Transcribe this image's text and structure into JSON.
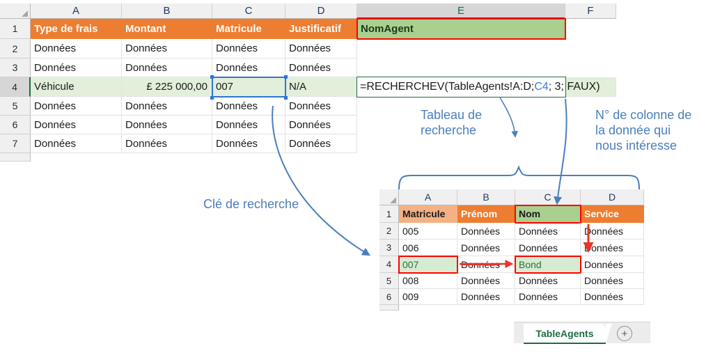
{
  "top_sheet": {
    "column_headers": [
      "A",
      "B",
      "C",
      "D",
      "E",
      "F"
    ],
    "selected_column": "E",
    "row_headers": [
      "1",
      "2",
      "3",
      "4",
      "5",
      "6",
      "7"
    ],
    "selected_row": "4",
    "header_row": [
      "Type de frais",
      "Montant",
      "Matricule",
      "Justificatif",
      "NomAgent"
    ],
    "rows": [
      [
        "Données",
        "Données",
        "Données",
        "Données"
      ],
      [
        "Données",
        "Données",
        "Données",
        "Données"
      ],
      [
        "Véhicule",
        "£  225 000,00",
        "007",
        "N/A"
      ],
      [
        "Données",
        "Données",
        "Données",
        "Données"
      ],
      [
        "Données",
        "Données",
        "Données",
        "Données"
      ],
      [
        "Données",
        "Données",
        "Données",
        "Données"
      ]
    ],
    "formula": {
      "prefix": "=RECHERCHEV(TableAgents!A:D; ",
      "reference": "C4",
      "suffix": "; 3; FAUX)"
    }
  },
  "bottom_sheet": {
    "column_headers": [
      "A",
      "B",
      "C",
      "D"
    ],
    "row_headers": [
      "1",
      "2",
      "3",
      "4",
      "5",
      "6"
    ],
    "header_row": [
      "Matricule",
      "Prénom",
      "Nom",
      "Service"
    ],
    "rows": [
      [
        "005",
        "Données",
        "Données",
        "Données"
      ],
      [
        "006",
        "Données",
        "Données",
        "Données"
      ],
      [
        "007",
        "Données",
        "Bond",
        "Données"
      ],
      [
        "008",
        "Données",
        "Données",
        "Données"
      ],
      [
        "009",
        "Données",
        "Données",
        "Données"
      ]
    ]
  },
  "annotations": {
    "lookup_key": "Clé de recherche",
    "lookup_table": "Tableau de\nrecherche",
    "column_number": "N° de colonne de\nla donnée qui\nnous intéresse"
  },
  "tabs": {
    "active_tab": "TableAgents",
    "add_sheet_icon": "+"
  },
  "colors": {
    "header_orange": "#ED7D31",
    "header_light_orange": "#F4B183",
    "header_green": "#A9D08E",
    "highlight_green": "#D6ECD2",
    "selection_row": "#E2EFDA",
    "annotation_blue": "#4A7EBB",
    "marker_red": "#FF0000",
    "formula_green": "#1E6B41",
    "ref_blue": "#3A7AD9"
  }
}
